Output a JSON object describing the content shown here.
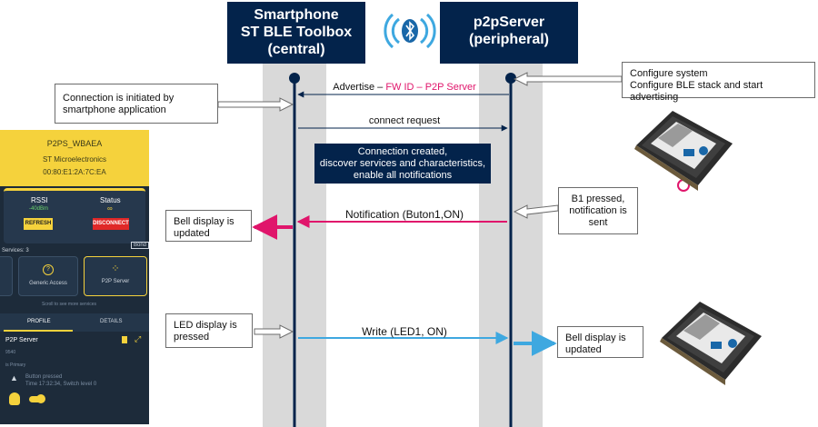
{
  "headers": {
    "central": "Smartphone\nST BLE Toolbox\n(central)",
    "peripheral": "p2pServer\n(peripheral)"
  },
  "messages": {
    "advertise_prefix": "Advertise –",
    "advertise_highlight": "FW ID – P2P Server",
    "connect": "connect request",
    "connection_created": "Connection created,\ndiscover services and characteristics,\nenable all notifications",
    "notification": "Notification (Buton1,ON)",
    "write": "Write (LED1, ON)"
  },
  "callouts": {
    "configure": "Configure system\nConfigure BLE stack and start advertising",
    "connection_initiated": "Connection is initiated by\nsmartphone application",
    "b1_pressed": "B1 pressed,\nnotification is\nsent",
    "bell_central": "Bell display is\nupdated",
    "led_pressed": "LED display is\npressed",
    "bell_peripheral": "Bell display is\nupdated"
  },
  "phone": {
    "device_name": "P2PS_WBAEA",
    "manufacturer": "ST Microelectronics",
    "address": "00:80:E1:2A:7C:EA",
    "rssi_label": "RSSI",
    "rssi_value": "-40dBm",
    "status_label": "Status",
    "status_value": "∞",
    "refresh": "REFRESH",
    "disconnect": "DISCONNECT",
    "services_count": "Services: 3",
    "bond": "Bond",
    "service_generic": "Generic Access",
    "service_p2p": "P2P Server",
    "scroll_hint": "Scroll to see more services",
    "tab_profile": "PROFILE",
    "tab_details": "DETAILS",
    "p2p_title": "P2P Server",
    "p2p_sub": "9540",
    "p2p_primary": "is Primary",
    "button_pressed": "Button pressed",
    "button_time": "Time 17:32:34, Switch level 0"
  },
  "colors": {
    "header_bg": "#03234b",
    "lane": "#d9d9d9",
    "notification_arrow": "#e0156b",
    "write_arrow": "#3ea8e0",
    "phone_accent": "#f5d23c"
  }
}
